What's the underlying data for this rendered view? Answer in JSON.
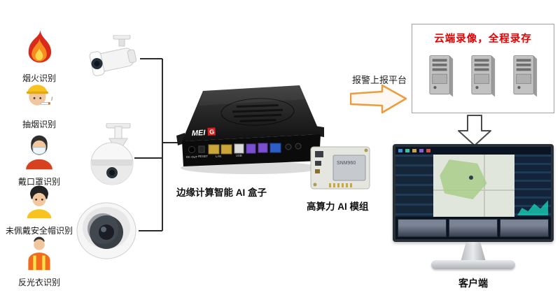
{
  "recognition": {
    "items": [
      {
        "label": "烟火识别",
        "icon": "fire-icon"
      },
      {
        "label": "抽烟识别",
        "icon": "smoking-icon"
      },
      {
        "label": "戴口罩识别",
        "icon": "face-mask-icon"
      },
      {
        "label": "未佩戴安全帽识别",
        "icon": "no-helmet-icon"
      },
      {
        "label": "反光衣识别",
        "icon": "reflective-vest-icon"
      }
    ]
  },
  "cameras": [
    {
      "name": "bullet-camera"
    },
    {
      "name": "ptz-dome-camera"
    },
    {
      "name": "dome-camera"
    }
  ],
  "ai_box": {
    "label": "边缘计算智能 AI 盒子",
    "brand_prefix": "MEI",
    "brand_suffix": "G",
    "ports": [
      "DC OUT",
      "RESET",
      "LAN",
      "USB"
    ]
  },
  "module": {
    "label": "高算力 AI 模组",
    "chip": "SNM960"
  },
  "alarm": {
    "label": "报警上报平台"
  },
  "cloud": {
    "title": "云端录像，全程录存",
    "title_color": "#e60000",
    "server_count": 3
  },
  "client": {
    "label": "客户端"
  },
  "colors": {
    "arrow_accent": "#ef9b3c",
    "line": "#2b2b2b",
    "cloud_border": "#a0a0a0"
  }
}
